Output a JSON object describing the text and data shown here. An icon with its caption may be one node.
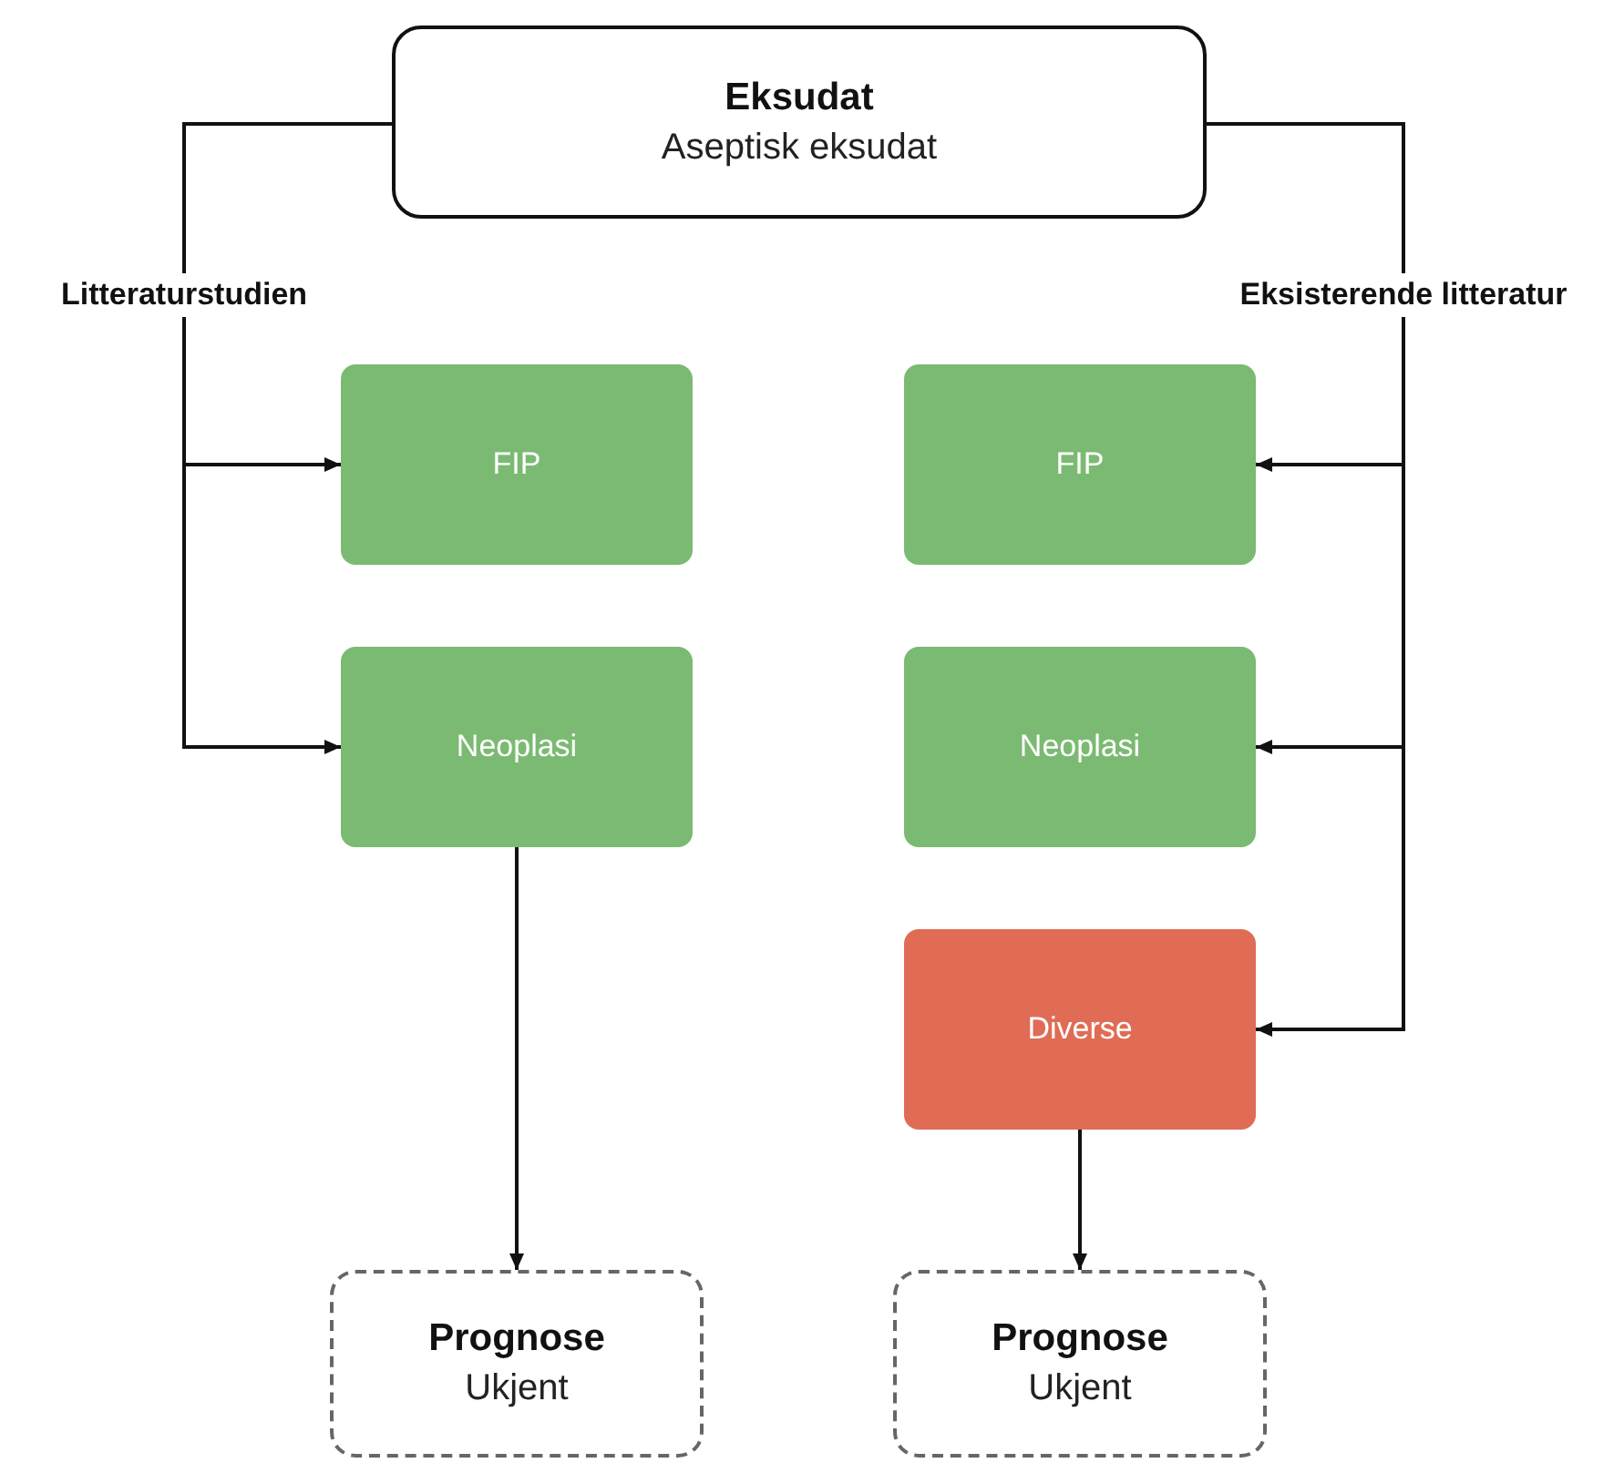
{
  "diagram": {
    "nodes": [
      {
        "text": [
          "Eksudat",
          "Aseptisk eksudat"
        ]
      },
      {
        "text": [
          "FIP"
        ]
      },
      {
        "text": [
          "Neoplasi"
        ]
      },
      {
        "text": [
          "FIP"
        ]
      },
      {
        "text": [
          "Neoplasi"
        ]
      },
      {
        "text": [
          "Diverse"
        ]
      },
      {
        "text": [
          "Prognose",
          "Ukjent"
        ]
      },
      {
        "text": [
          "Prognose",
          "Ukjent"
        ]
      }
    ],
    "edges": [
      {
        "from": 0,
        "to": 1,
        "arrow": "to",
        "label": "Litteraturstudien"
      },
      {
        "from": 0,
        "to": 2,
        "arrow": "to"
      },
      {
        "from": 0,
        "to": 3,
        "arrow": "to",
        "label": "Eksisterende litteratur"
      },
      {
        "from": 0,
        "to": 4,
        "arrow": "to"
      },
      {
        "from": 0,
        "to": 5,
        "arrow": "to"
      },
      {
        "from": 2,
        "to": 6,
        "arrow": "to"
      },
      {
        "from": 5,
        "to": 7,
        "arrow": "to"
      }
    ]
  }
}
